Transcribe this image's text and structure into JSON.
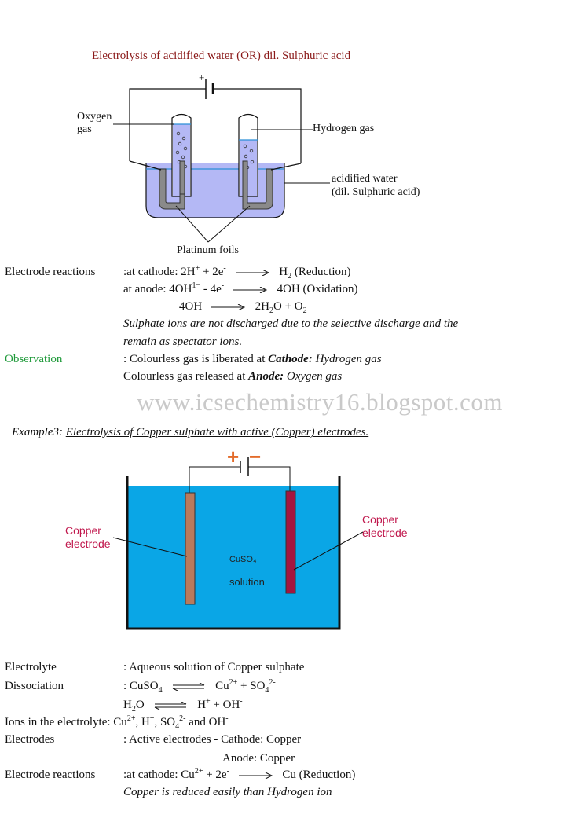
{
  "section1": {
    "title": "Electrolysis of acidified water (OR) dil. Sulphuric acid",
    "labels": {
      "oxygen_line1": "Oxygen",
      "oxygen_line2": "gas",
      "hydrogen": "Hydrogen gas",
      "acid_line1": "acidified water",
      "acid_line2": "(dil. Sulphuric acid)",
      "platinum": "Platinum foils",
      "plus": "+",
      "minus": "−"
    },
    "electrode_reactions_label": "Electrode reactions",
    "cathode_prefix": ":at cathode: 2H",
    "cathode_sup1": "+",
    "cathode_mid": " + 2e",
    "cathode_sup2": "-",
    "cathode_product": "H",
    "cathode_product_sub": "2",
    "cathode_note": " (Reduction)",
    "anode_prefix": "at anode: 4OH",
    "anode_sup1": "1−",
    "anode_mid": " - 4e",
    "anode_sup2": "-",
    "anode_product": "4OH (Oxidation)",
    "eq3_left": "4OH",
    "eq3_right_a": "2H",
    "eq3_right_sub1": "2",
    "eq3_right_b": "O + O",
    "eq3_right_sub2": "2",
    "note_line1": "Sulphate ions are not discharged due to the selective discharge and the",
    "note_line2": "remain as spectator ions.",
    "observation_label": "Observation",
    "obs1_prefix": ": Colourless gas is liberated at ",
    "obs1_bold": "Cathode:",
    "obs1_gas": " Hydrogen gas",
    "obs2_prefix": "Colourless gas released at ",
    "obs2_bold": "Anode:",
    "obs2_gas": " Oxygen gas"
  },
  "watermark": "www.icsechemistry16.blogspot.com",
  "section2": {
    "example_prefix": "Example3: ",
    "example_title": "Electrolysis of Copper sulphate with active (Copper) electrodes.",
    "plus": "+",
    "minus": "−",
    "left_label_line1": "Copper",
    "left_label_line2": "electrode",
    "right_label_line1": "Copper",
    "right_label_line2": "electrode",
    "solution_formula": "CuSO₄",
    "solution_word": "solution",
    "electrolyte_label": "Electrolyte",
    "electrolyte_value": ": Aqueous solution of Copper sulphate",
    "dissociation_label": "Dissociation",
    "diss1_left": ": CuSO",
    "diss1_left_sub": "4",
    "diss1_right_a": "Cu",
    "diss1_right_sup1": "2+",
    "diss1_right_b": " + SO",
    "diss1_right_sub": "4",
    "diss1_right_sup2": "2-",
    "diss2_left_a": "H",
    "diss2_left_sub": "2",
    "diss2_left_b": "O",
    "diss2_right_a": "H",
    "diss2_right_sup1": "+",
    "diss2_right_b": " + OH",
    "diss2_right_sup2": "-",
    "ions_label": "Ions in the electrolyte",
    "ions_a": ": Cu",
    "ions_sup1": "2+",
    "ions_b": ", H",
    "ions_sup2": "+",
    "ions_c": ", SO",
    "ions_sub": "4",
    "ions_sup3": "2-",
    "ions_d": " and OH",
    "ions_sup4": "-",
    "electrodes_label": "Electrodes",
    "electrodes_value": ": Active electrodes - Cathode: Copper",
    "anode_value": "Anode: Copper",
    "reactions_label": "Electrode reactions",
    "r_prefix": ":at cathode: Cu",
    "r_sup1": "2+",
    "r_mid": " + 2e",
    "r_sup2": "-",
    "r_product": "Cu (Reduction)",
    "r_note": "Copper is reduced easily than Hydrogen ion"
  },
  "colors": {
    "title_red": "#8b1a1a",
    "observation_green": "#1f9a3a",
    "label_red": "#c0174c",
    "solution_blue": "#0aa6e6",
    "acid_lavender": "#b4b8f5",
    "copper_brown": "#b97a5c",
    "copper_red": "#a3163f"
  }
}
